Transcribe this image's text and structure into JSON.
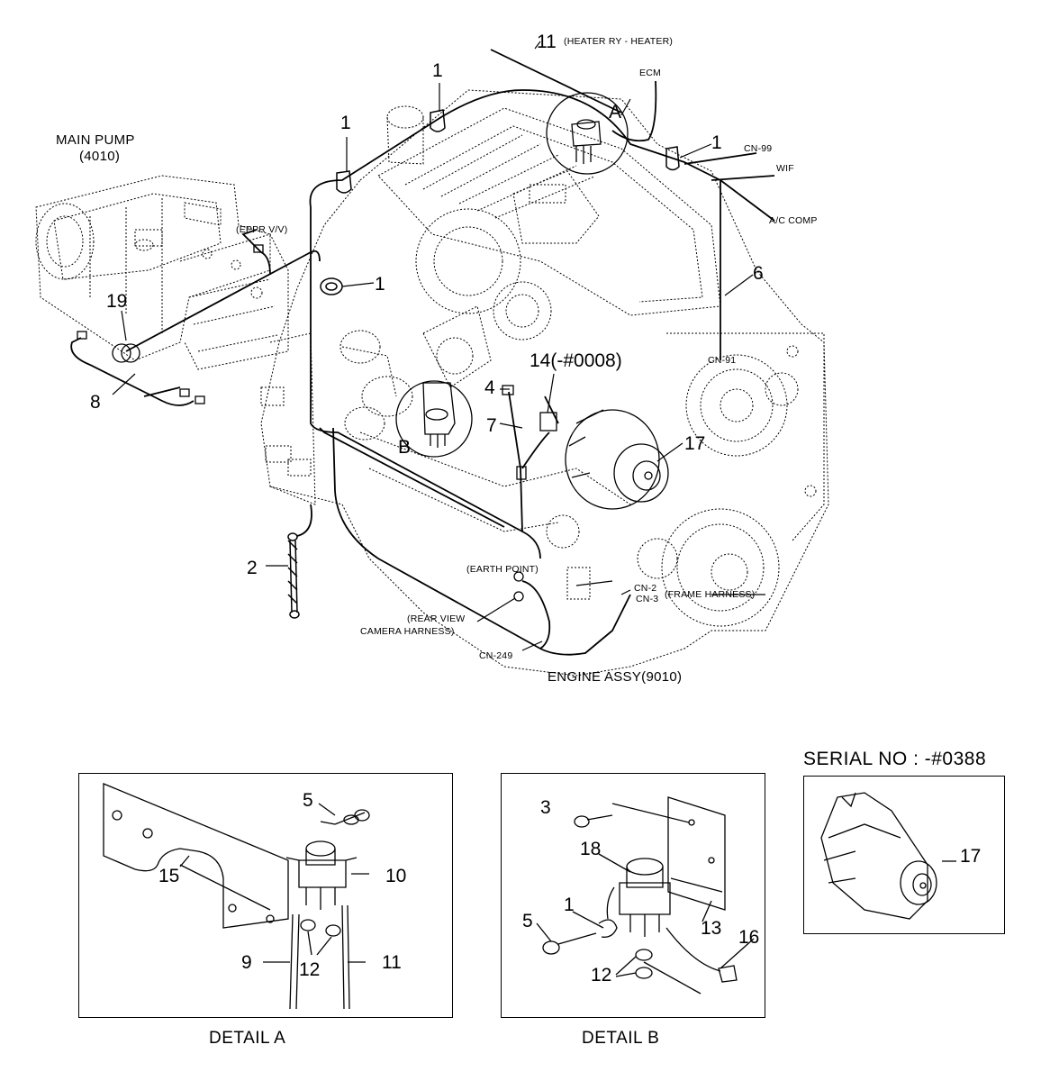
{
  "labels": {
    "main_pump": "MAIN PUMP",
    "main_pump_code": "(4010)",
    "heater_note": "(HEATER RY - HEATER)",
    "ecm": "ECM",
    "cn99": "CN-99",
    "wif": "WIF",
    "ac_comp": "A/C COMP",
    "eppr": "(EPPR V/V)",
    "cn91": "CN-91",
    "earth_point": "(EARTH POINT)",
    "rear_view_1": "(REAR VIEW",
    "rear_view_2": "CAMERA HARNESS)",
    "cn249": "CN-249",
    "cn2": "CN-2",
    "cn3": "CN-3",
    "frame_harness": "(FRAME HARNESS)",
    "engine_assy": "ENGINE ASSY(9010)",
    "detail_a_letter": "A",
    "detail_b_letter": "B",
    "detail_a": "DETAIL A",
    "detail_b": "DETAIL B",
    "serial_no": "SERIAL NO : -#0388"
  },
  "callouts": {
    "c1a": "1",
    "c1b": "1",
    "c1c": "1",
    "c1d": "1",
    "c11": "11",
    "c6": "6",
    "c19": "19",
    "c8": "8",
    "c14": "14(-#0008)",
    "c4": "4",
    "c7": "7",
    "c17": "17",
    "c2": "2",
    "da5": "5",
    "da15": "15",
    "da10": "10",
    "da9": "9",
    "da12": "12",
    "da11": "11",
    "db3": "3",
    "db18": "18",
    "db1": "1",
    "db5": "5",
    "db13": "13",
    "db16": "16",
    "db12": "12",
    "s17": "17"
  }
}
